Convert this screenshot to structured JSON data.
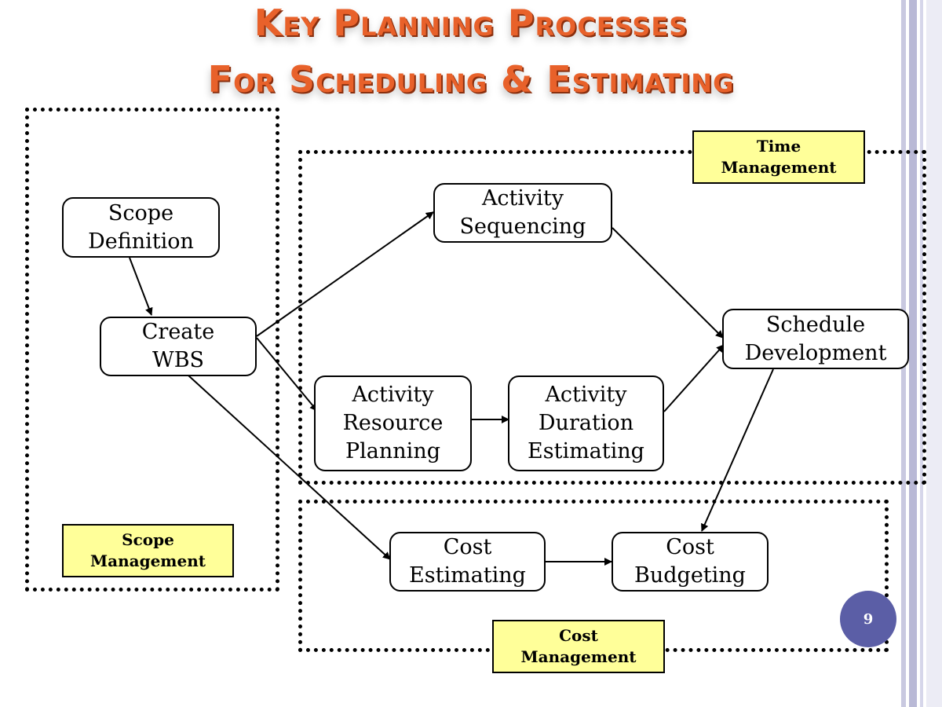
{
  "slide": {
    "title_line1": "Key Planning Processes",
    "title_line2": "For Scheduling & Estimating",
    "page_number": "9"
  },
  "nodes": {
    "scope_definition": [
      "Scope",
      "Definition"
    ],
    "create_wbs": [
      "Create",
      "WBS"
    ],
    "activity_sequencing": [
      "Activity",
      "Sequencing"
    ],
    "activity_resource_planning": [
      "Activity",
      "Resource",
      "Planning"
    ],
    "activity_duration_estimating": [
      "Activity",
      "Duration",
      "Estimating"
    ],
    "schedule_development": [
      "Schedule",
      "Development"
    ],
    "cost_estimating": [
      "Cost",
      "Estimating"
    ],
    "cost_budgeting": [
      "Cost",
      "Budgeting"
    ]
  },
  "groups": {
    "scope_management": [
      "Scope",
      "Management"
    ],
    "time_management": [
      "Time",
      "Management"
    ],
    "cost_management": [
      "Cost",
      "Management"
    ]
  },
  "colors": {
    "title": "#e8612a",
    "group_label_fill": "#ffff99",
    "badge": "#5b5ea6",
    "side_bars": "#b9b9d6"
  },
  "edges": [
    [
      "Scope Definition",
      "Create WBS"
    ],
    [
      "Create WBS",
      "Activity Sequencing"
    ],
    [
      "Create WBS",
      "Activity Resource Planning"
    ],
    [
      "Create WBS",
      "Cost Estimating"
    ],
    [
      "Activity Resource Planning",
      "Activity Duration Estimating"
    ],
    [
      "Activity Sequencing",
      "Schedule Development"
    ],
    [
      "Activity Duration Estimating",
      "Schedule Development"
    ],
    [
      "Schedule Development",
      "Cost Budgeting"
    ],
    [
      "Cost Estimating",
      "Cost Budgeting"
    ]
  ]
}
